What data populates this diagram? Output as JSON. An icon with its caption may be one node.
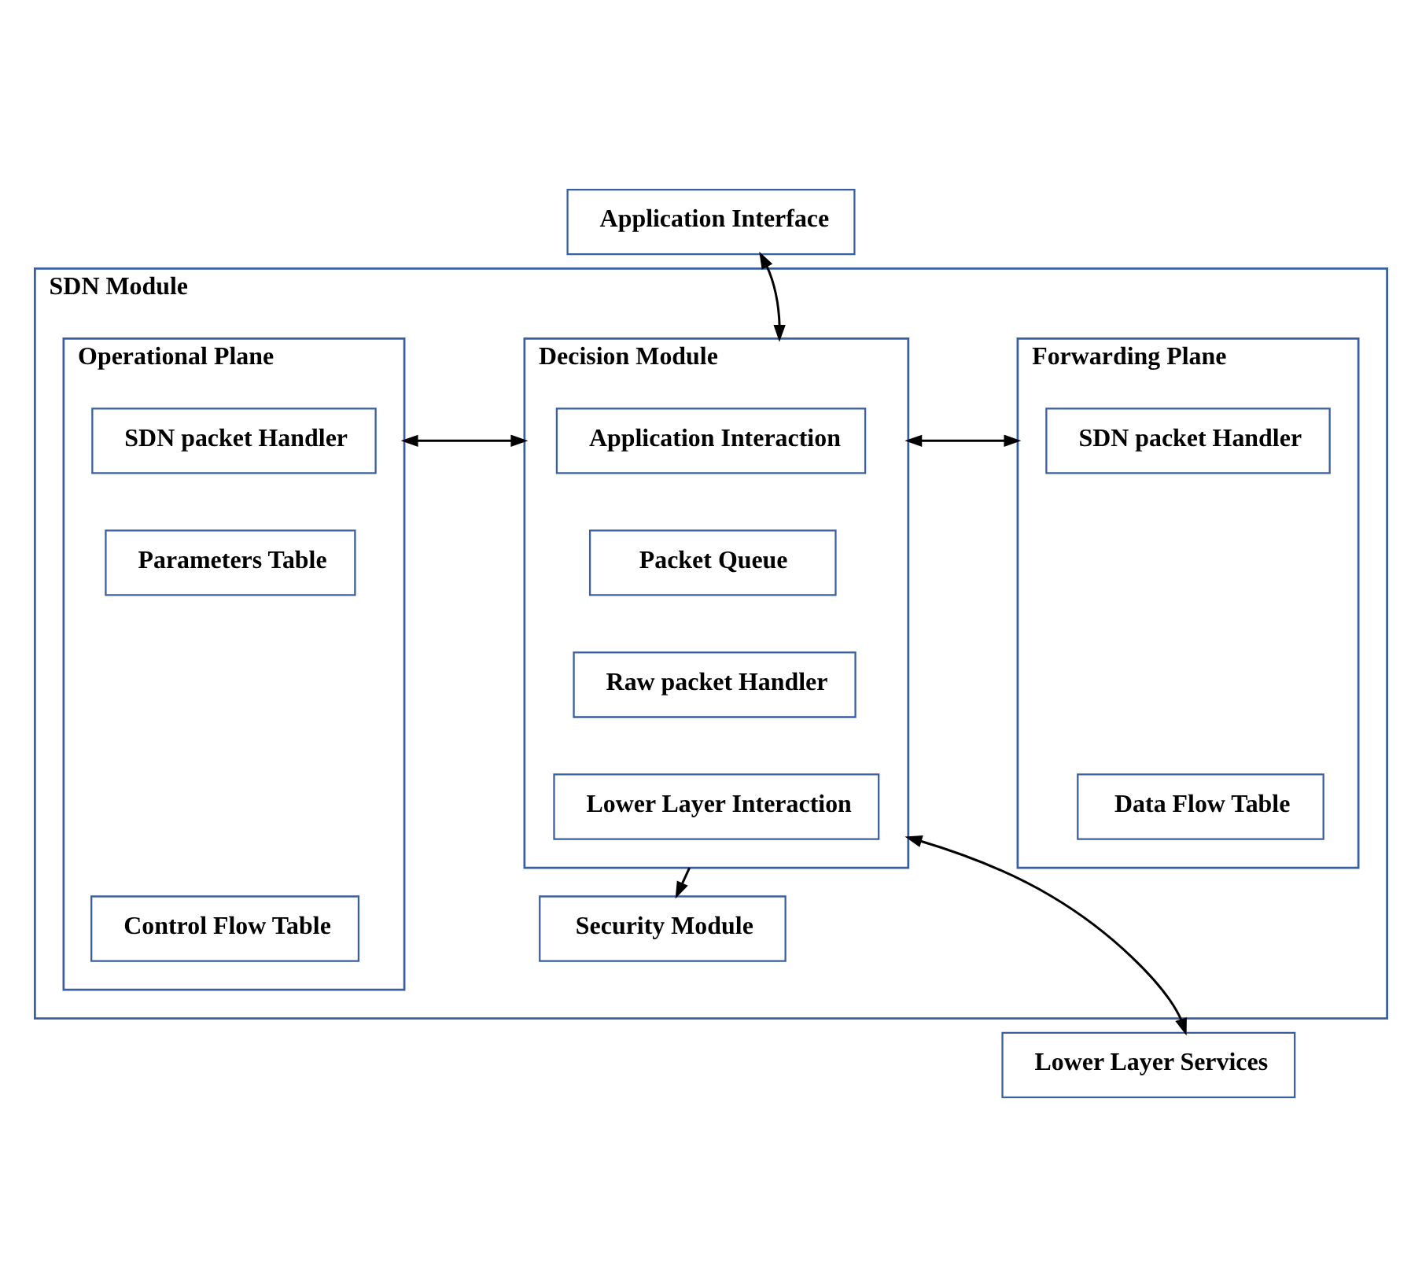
{
  "diagram": {
    "nodes": [
      {
        "text": [
          "Application Interface"
        ]
      },
      {
        "text": [
          "SDN Module"
        ]
      },
      {
        "text": [
          "Operational Plane"
        ],
        "in": 1
      },
      {
        "text": [
          "SDN packet Handler"
        ],
        "in": 2
      },
      {
        "text": [
          "Parameters Table"
        ],
        "in": 2
      },
      {
        "text": [
          "Control Flow Table"
        ],
        "in": 2
      },
      {
        "text": [
          "Decision Module"
        ],
        "in": 1
      },
      {
        "text": [
          "Application Interaction"
        ],
        "in": 6
      },
      {
        "text": [
          "Packet Queue"
        ],
        "in": 6
      },
      {
        "text": [
          "Raw packet Handler"
        ],
        "in": 6
      },
      {
        "text": [
          "Lower Layer Interaction"
        ],
        "in": 6
      },
      {
        "text": [
          "Forwarding Plane"
        ],
        "in": 1
      },
      {
        "text": [
          "SDN packet Handler"
        ],
        "in": 11
      },
      {
        "text": [
          "Data Flow Table"
        ],
        "in": 11
      },
      {
        "text": [
          "Security Module"
        ],
        "in": 1
      },
      {
        "text": [
          "Lower Layer Services"
        ]
      }
    ],
    "edges": [
      {
        "from": 0,
        "to": 6,
        "arrow": "both"
      },
      {
        "from": 2,
        "to": 6,
        "arrow": "both"
      },
      {
        "from": 6,
        "to": 11,
        "arrow": "both"
      },
      {
        "from": 6,
        "to": 14,
        "arrow": "to"
      },
      {
        "from": 6,
        "to": 15,
        "arrow": "both"
      }
    ]
  }
}
